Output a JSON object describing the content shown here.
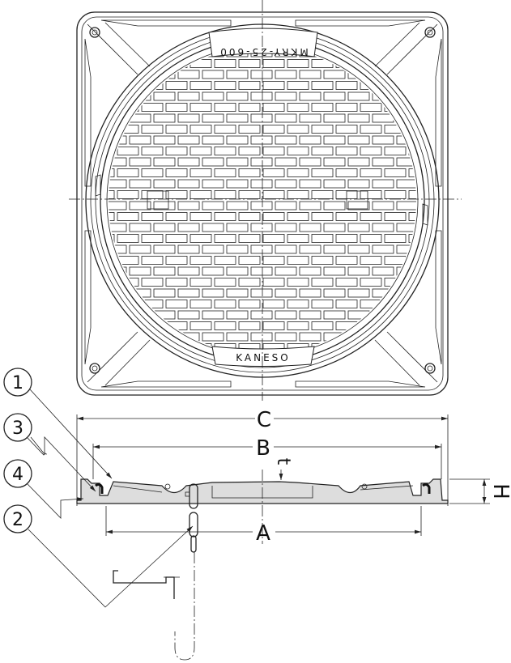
{
  "drawing": {
    "cover_model_text": "MKRY-25-600",
    "maker_text": "KANESO"
  },
  "dimensions": {
    "c_label": "C",
    "b_label": "B",
    "a_label": "A",
    "h_label": "H",
    "t_label": "t"
  },
  "callouts": {
    "one": "1",
    "three": "3",
    "four": "4",
    "two": "2"
  }
}
